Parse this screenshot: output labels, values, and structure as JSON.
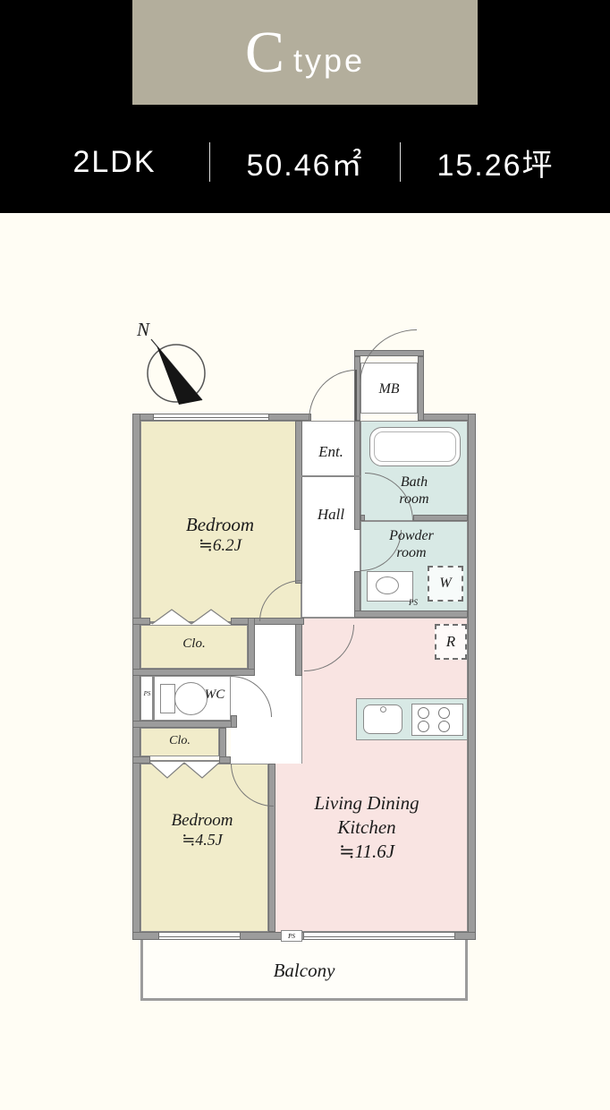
{
  "header": {
    "type_main": "C",
    "type_sub": "type",
    "spec_layout": "2LDK",
    "spec_area": "50.46㎡",
    "spec_tsubo": "15.26坪"
  },
  "floorplan": {
    "compass": "N",
    "labels": {
      "bedroom1_name": "Bedroom",
      "bedroom1_size": "≒6.2J",
      "bedroom2_name": "Bedroom",
      "bedroom2_size": "≒4.5J",
      "ldk_line1": "Living Dining",
      "ldk_line2": "Kitchen",
      "ldk_size": "≒11.6J",
      "entrance": "Ent.",
      "hall": "Hall",
      "bath_line1": "Bath",
      "bath_line2": "room",
      "powder_line1": "Powder",
      "powder_line2": "room",
      "wc": "WC",
      "closet_upper": "Clo.",
      "closet_lower": "Clo.",
      "balcony": "Balcony",
      "meter_box": "MB",
      "washer": "W",
      "refrigerator": "R",
      "ps_powder": "PS",
      "ps_wc": "PS",
      "ps_balcony_wall": "PS"
    },
    "colors": {
      "accent_tan": "#b3ae9c",
      "header_bg": "#000000",
      "page_bg": "#fffdf4",
      "bedroom_fill": "#f1ecca",
      "ldk_fill": "#f9e4e2",
      "wet_area_fill": "#d8e9e5",
      "wall": "#9c9c9c"
    }
  }
}
